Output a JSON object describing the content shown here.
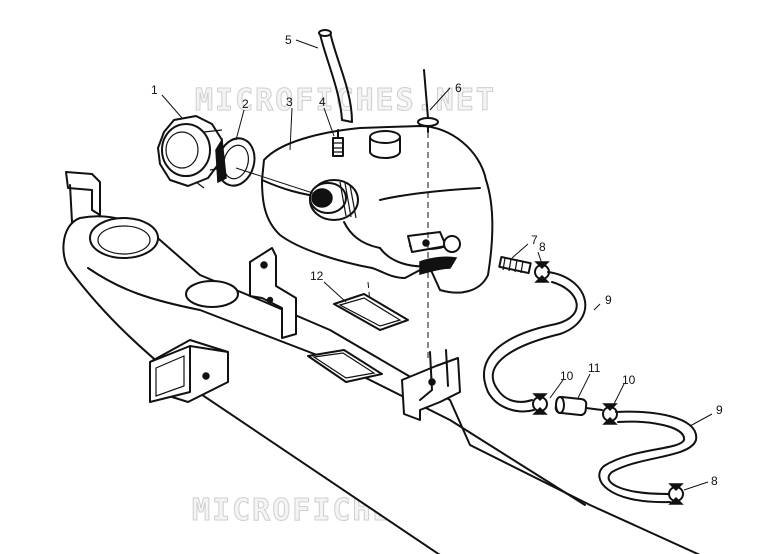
{
  "watermark": {
    "top": "MICROFICHES.NET",
    "bottom": "MICROFICHES.NET"
  },
  "callouts": [
    {
      "id": "c1",
      "label": "1"
    },
    {
      "id": "c2",
      "label": "2"
    },
    {
      "id": "c3",
      "label": "3"
    },
    {
      "id": "c4",
      "label": "4"
    },
    {
      "id": "c5",
      "label": "5"
    },
    {
      "id": "c6",
      "label": "6"
    },
    {
      "id": "c7",
      "label": "7"
    },
    {
      "id": "c8a",
      "label": "8"
    },
    {
      "id": "c9a",
      "label": "9"
    },
    {
      "id": "c10a",
      "label": "10"
    },
    {
      "id": "c11",
      "label": "11"
    },
    {
      "id": "c10b",
      "label": "10"
    },
    {
      "id": "c9b",
      "label": "9"
    },
    {
      "id": "c8b",
      "label": "8"
    },
    {
      "id": "c12",
      "label": "12"
    }
  ]
}
